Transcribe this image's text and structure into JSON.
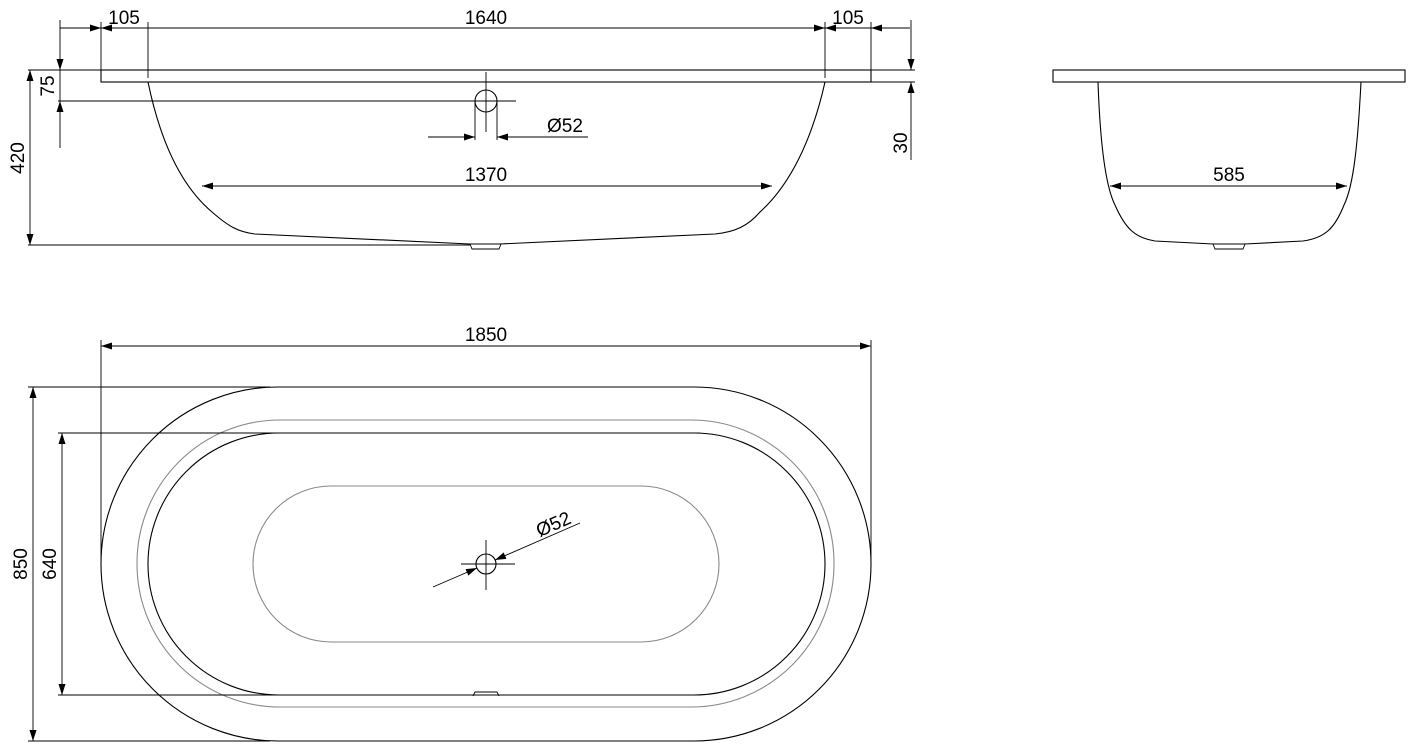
{
  "drawing": {
    "side_view": {
      "rim_left_label": "105",
      "inner_length_label": "1640",
      "rim_right_label": "105",
      "rim_height_label": "75",
      "total_height_label": "420",
      "drain_label": "Ø52",
      "bottom_length_label": "1370",
      "rim_thickness_label": "30"
    },
    "end_view": {
      "bottom_width_label": "585"
    },
    "top_view": {
      "total_length_label": "1850",
      "total_width_label": "850",
      "inner_width_label": "640",
      "drain_label": "Ø52"
    }
  }
}
